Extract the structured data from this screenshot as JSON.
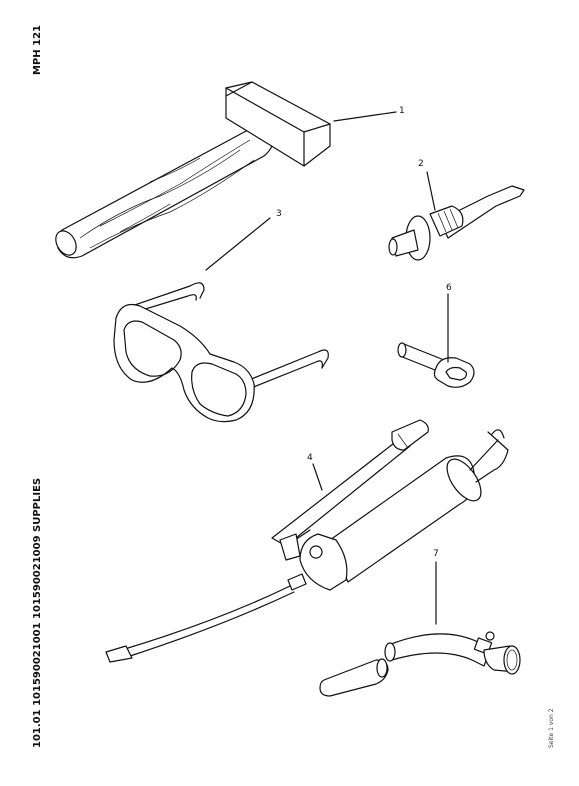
{
  "header": {
    "doc_code": "MPH 121",
    "title": "101.01 101590021001 101590021009 SUPPLIES",
    "page": "Seite 1 von 2"
  },
  "callouts": [
    "1",
    "2",
    "3",
    "4",
    "6",
    "7"
  ],
  "parts": [
    {
      "num": "1",
      "icon": "hammer-icon"
    },
    {
      "num": "2",
      "icon": "grease-nozzle-icon"
    },
    {
      "num": "3",
      "icon": "safety-glasses-icon"
    },
    {
      "num": "4",
      "icon": "grease-gun-icon"
    },
    {
      "num": "6",
      "icon": "key-icon"
    },
    {
      "num": "7",
      "icon": "hose-clamp-icon"
    }
  ]
}
